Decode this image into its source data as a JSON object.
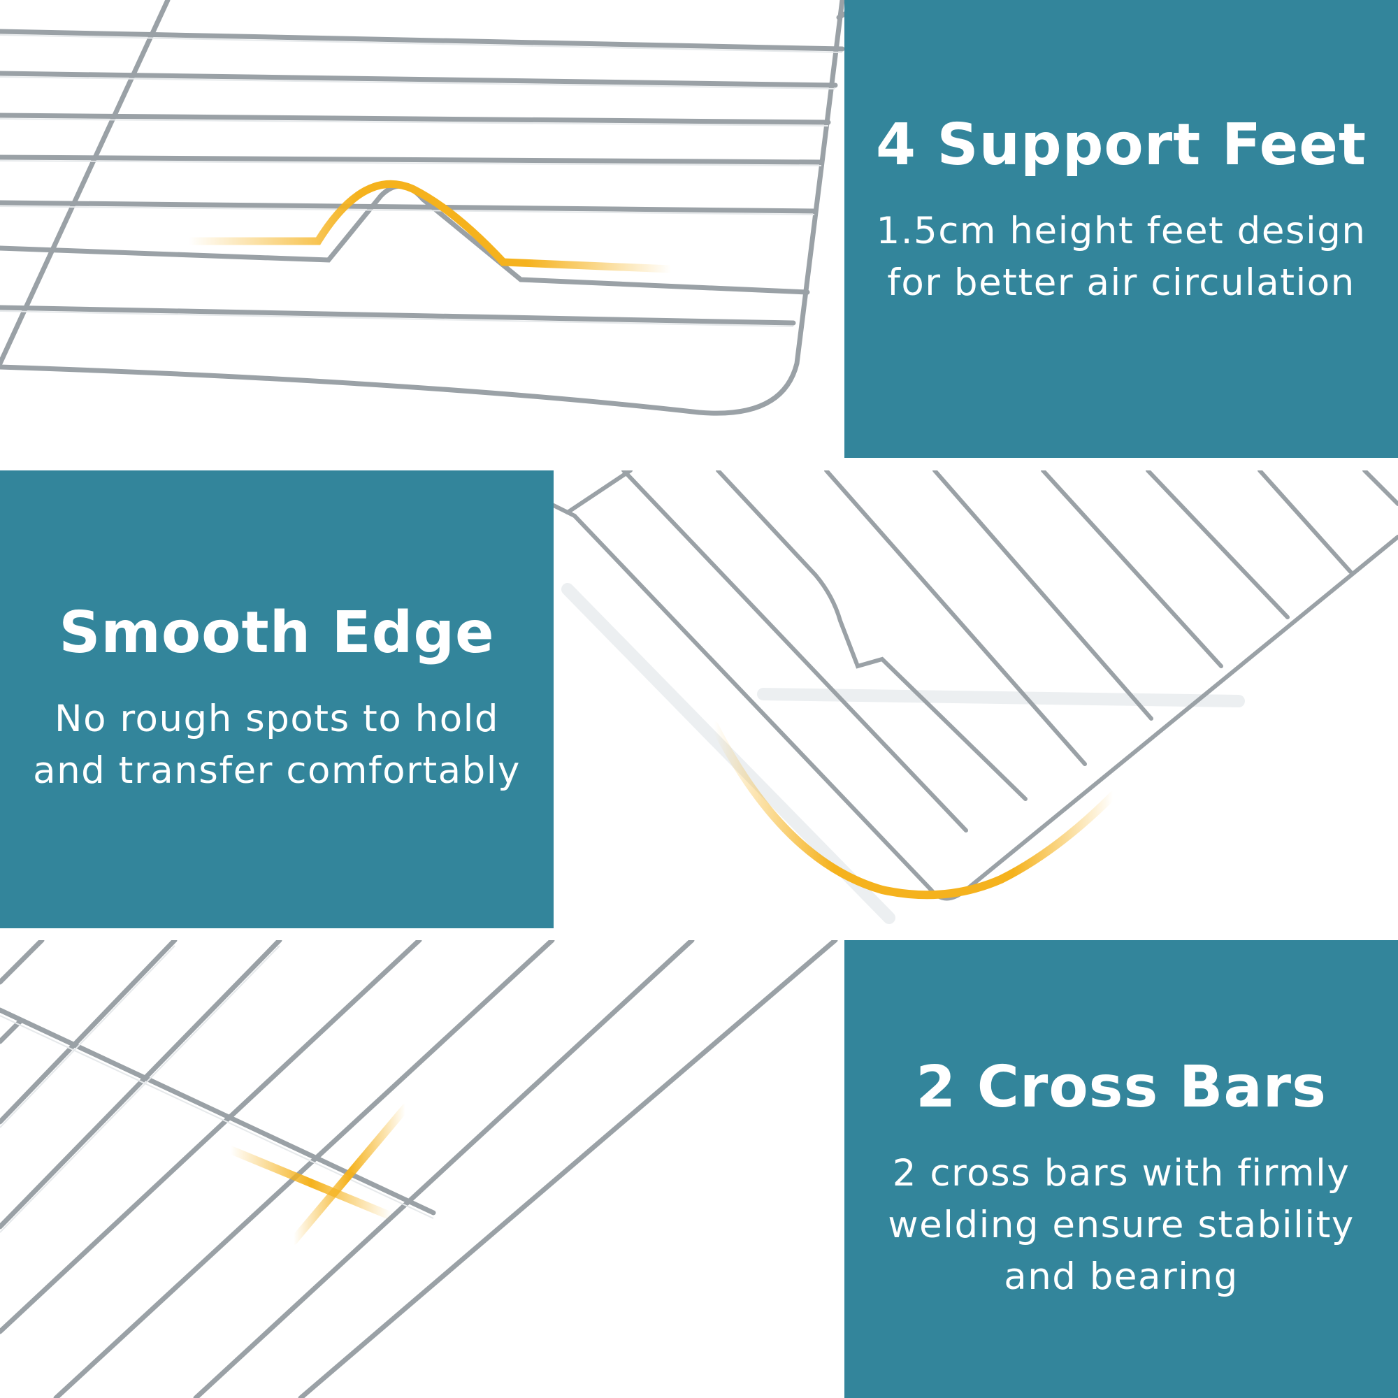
{
  "colors": {
    "teal": "#33859b",
    "highlight": "#f5b21d",
    "wire": "#8f969c"
  },
  "features": [
    {
      "title": "4 Support Feet",
      "desc_lines": [
        "1.5cm height feet design",
        "for better air circulation"
      ],
      "photo_icon": "wire-rack-foot-closeup"
    },
    {
      "title": "Smooth Edge",
      "desc_lines": [
        "No rough spots to hold",
        "and transfer comfortably"
      ],
      "photo_icon": "wire-rack-rounded-corner-closeup"
    },
    {
      "title": "2 Cross Bars",
      "desc_lines": [
        "2 cross bars with firmly",
        "welding ensure stability",
        "and bearing"
      ],
      "photo_icon": "wire-rack-cross-bar-closeup"
    }
  ]
}
